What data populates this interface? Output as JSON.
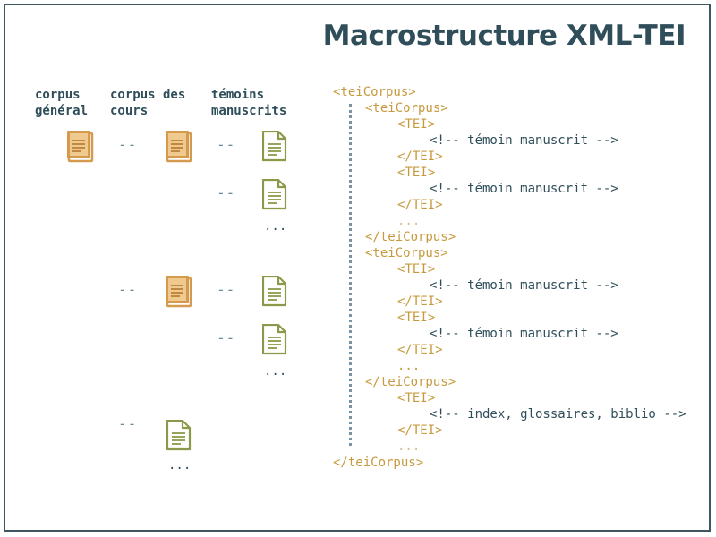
{
  "title": "Macrostructure XML-TEI",
  "headers": {
    "corpus_general": "corpus\ngénéral",
    "corpus_des_cours": "corpus des\ncours",
    "temoins_manuscrits": "témoins\nmanuscrits"
  },
  "dash_label": "--",
  "ellipsis": "...",
  "colors": {
    "tag": "#c79a3e",
    "text": "#2f4e5a",
    "book": "#d69a4e",
    "doc": "#8a9a4a"
  },
  "code_lines": [
    {
      "indent": 0,
      "text": "<teiCorpus>",
      "style": "tag"
    },
    {
      "indent": 1,
      "text": "<teiCorpus>",
      "style": "tag"
    },
    {
      "indent": 2,
      "text": "<TEI>",
      "style": "tag"
    },
    {
      "indent": 3,
      "text": "<!-- témoin manuscrit -->",
      "style": "cmt"
    },
    {
      "indent": 2,
      "text": "</TEI>",
      "style": "tag"
    },
    {
      "indent": 2,
      "text": "<TEI>",
      "style": "tag"
    },
    {
      "indent": 3,
      "text": "<!-- témoin manuscrit -->",
      "style": "cmt"
    },
    {
      "indent": 2,
      "text": "</TEI>",
      "style": "tag"
    },
    {
      "indent": 2,
      "text": "...",
      "style": "dim"
    },
    {
      "indent": 1,
      "text": "</teiCorpus>",
      "style": "tag"
    },
    {
      "indent": 1,
      "text": "<teiCorpus>",
      "style": "tag"
    },
    {
      "indent": 2,
      "text": "<TEI>",
      "style": "tag"
    },
    {
      "indent": 3,
      "text": "<!-- témoin manuscrit -->",
      "style": "cmt"
    },
    {
      "indent": 2,
      "text": "</TEI>",
      "style": "tag"
    },
    {
      "indent": 2,
      "text": "<TEI>",
      "style": "tag"
    },
    {
      "indent": 3,
      "text": "<!-- témoin manuscrit -->",
      "style": "cmt"
    },
    {
      "indent": 2,
      "text": "</TEI>",
      "style": "tag"
    },
    {
      "indent": 2,
      "text": "...",
      "style": "tag"
    },
    {
      "indent": 1,
      "text": "</teiCorpus>",
      "style": "tag"
    },
    {
      "indent": 2,
      "text": "<TEI>",
      "style": "tag"
    },
    {
      "indent": 3,
      "text": "<!-- index, glossaires, biblio -->",
      "style": "cmt"
    },
    {
      "indent": 2,
      "text": "</TEI>",
      "style": "tag"
    },
    {
      "indent": 2,
      "text": "...",
      "style": "dim"
    },
    {
      "indent": 0,
      "text": "</teiCorpus>",
      "style": "tag"
    }
  ]
}
